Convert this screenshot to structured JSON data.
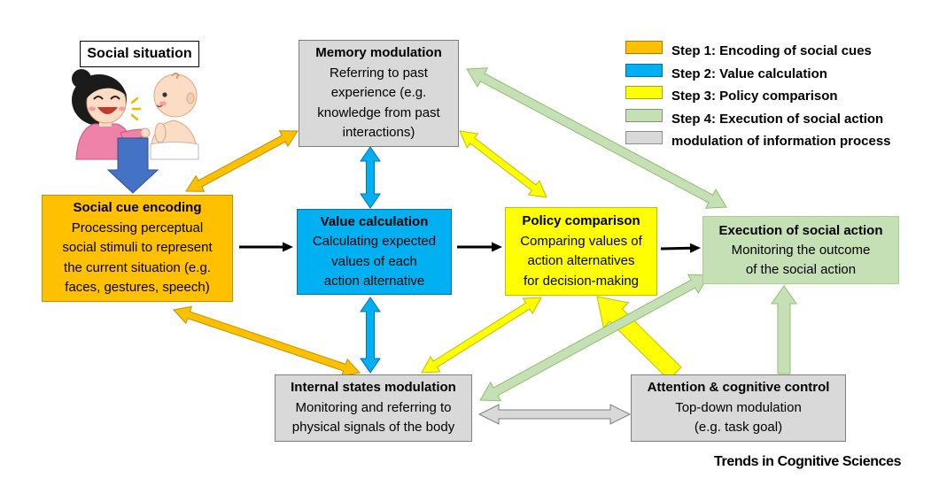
{
  "social_situation_label": "Social situation",
  "illustration": {
    "icons": [
      "mother-icon",
      "baby-icon",
      "sparkle-icon"
    ]
  },
  "nodes": {
    "social_cue_encoding": {
      "title": "Social cue encoding",
      "lines": [
        "Processing perceptual",
        "social stimuli to represent",
        "the current situation (e.g.",
        "faces, gestures, speech)"
      ]
    },
    "memory_modulation": {
      "title": "Memory modulation",
      "lines": [
        "Referring to past",
        "experience (e.g.",
        "knowledge from past",
        "interactions)"
      ]
    },
    "value_calculation": {
      "title": "Value calculation",
      "lines": [
        "Calculating expected",
        "values of each",
        "action alternative"
      ]
    },
    "policy_comparison": {
      "title": "Policy comparison",
      "lines": [
        "Comparing values of",
        "action alternatives",
        "for decision-making"
      ]
    },
    "execution_of_social_action": {
      "title": "Execution of social action",
      "lines": [
        "Monitoring the outcome",
        "of the social action"
      ]
    },
    "internal_states_modulation": {
      "title": "Internal states modulation",
      "lines": [
        "Monitoring and referring to",
        "physical signals of the body"
      ]
    },
    "attention_cognitive_control": {
      "title": "Attention & cognitive control",
      "lines": [
        "Top-down modulation",
        "(e.g. task goal)"
      ]
    }
  },
  "legend": [
    {
      "label": "Step 1: Encoding of social cues",
      "color": "#FFC000"
    },
    {
      "label": "Step 2: Value calculation",
      "color": "#00B0F0"
    },
    {
      "label": "Step 3: Policy comparison",
      "color": "#FFFF00"
    },
    {
      "label": "Step 4: Execution of social action",
      "color": "#C5E0B4"
    },
    {
      "label": "modulation of information process",
      "color": "#D9D9D9"
    }
  ],
  "publisher_mark": "Trends in Cognitive Sciences"
}
